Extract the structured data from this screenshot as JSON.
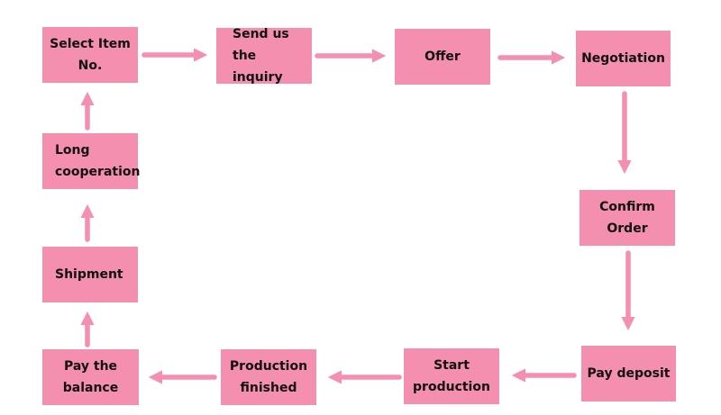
{
  "colors": {
    "box_fill": "#f58fb0",
    "arrow": "#f58fb0",
    "text": "#111111",
    "background": "#ffffff"
  },
  "steps": [
    {
      "id": "select-item",
      "label": "Select Item No."
    },
    {
      "id": "send-inquiry",
      "label": "Send us the\ninquiry"
    },
    {
      "id": "offer",
      "label": "Offer"
    },
    {
      "id": "negotiation",
      "label": "Negotiation"
    },
    {
      "id": "confirm-order",
      "label": "Confirm Order"
    },
    {
      "id": "pay-deposit",
      "label": "Pay deposit"
    },
    {
      "id": "start-production",
      "label": "Start production"
    },
    {
      "id": "production-finished",
      "label": "Production\nfinished"
    },
    {
      "id": "pay-balance",
      "label": "Pay the balance"
    },
    {
      "id": "shipment",
      "label": "Shipment"
    },
    {
      "id": "long-cooperation",
      "label": "Long\ncooperation"
    }
  ],
  "connections": [
    {
      "from": "select-item",
      "to": "send-inquiry"
    },
    {
      "from": "send-inquiry",
      "to": "offer"
    },
    {
      "from": "offer",
      "to": "negotiation"
    },
    {
      "from": "negotiation",
      "to": "confirm-order"
    },
    {
      "from": "confirm-order",
      "to": "pay-deposit"
    },
    {
      "from": "pay-deposit",
      "to": "start-production"
    },
    {
      "from": "start-production",
      "to": "production-finished"
    },
    {
      "from": "production-finished",
      "to": "pay-balance"
    },
    {
      "from": "pay-balance",
      "to": "shipment"
    },
    {
      "from": "shipment",
      "to": "long-cooperation"
    },
    {
      "from": "long-cooperation",
      "to": "select-item"
    }
  ]
}
